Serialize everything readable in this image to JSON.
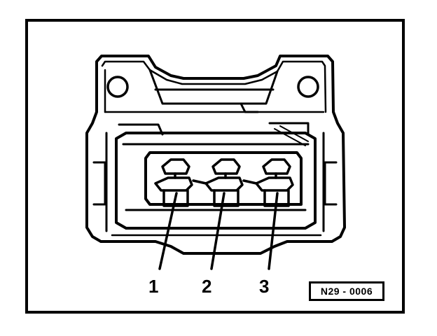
{
  "pins": [
    {
      "number": "1"
    },
    {
      "number": "2"
    },
    {
      "number": "3"
    }
  ],
  "reference_code": "N29 - 0006",
  "colors": {
    "ink": "#000000",
    "paper": "#ffffff"
  }
}
